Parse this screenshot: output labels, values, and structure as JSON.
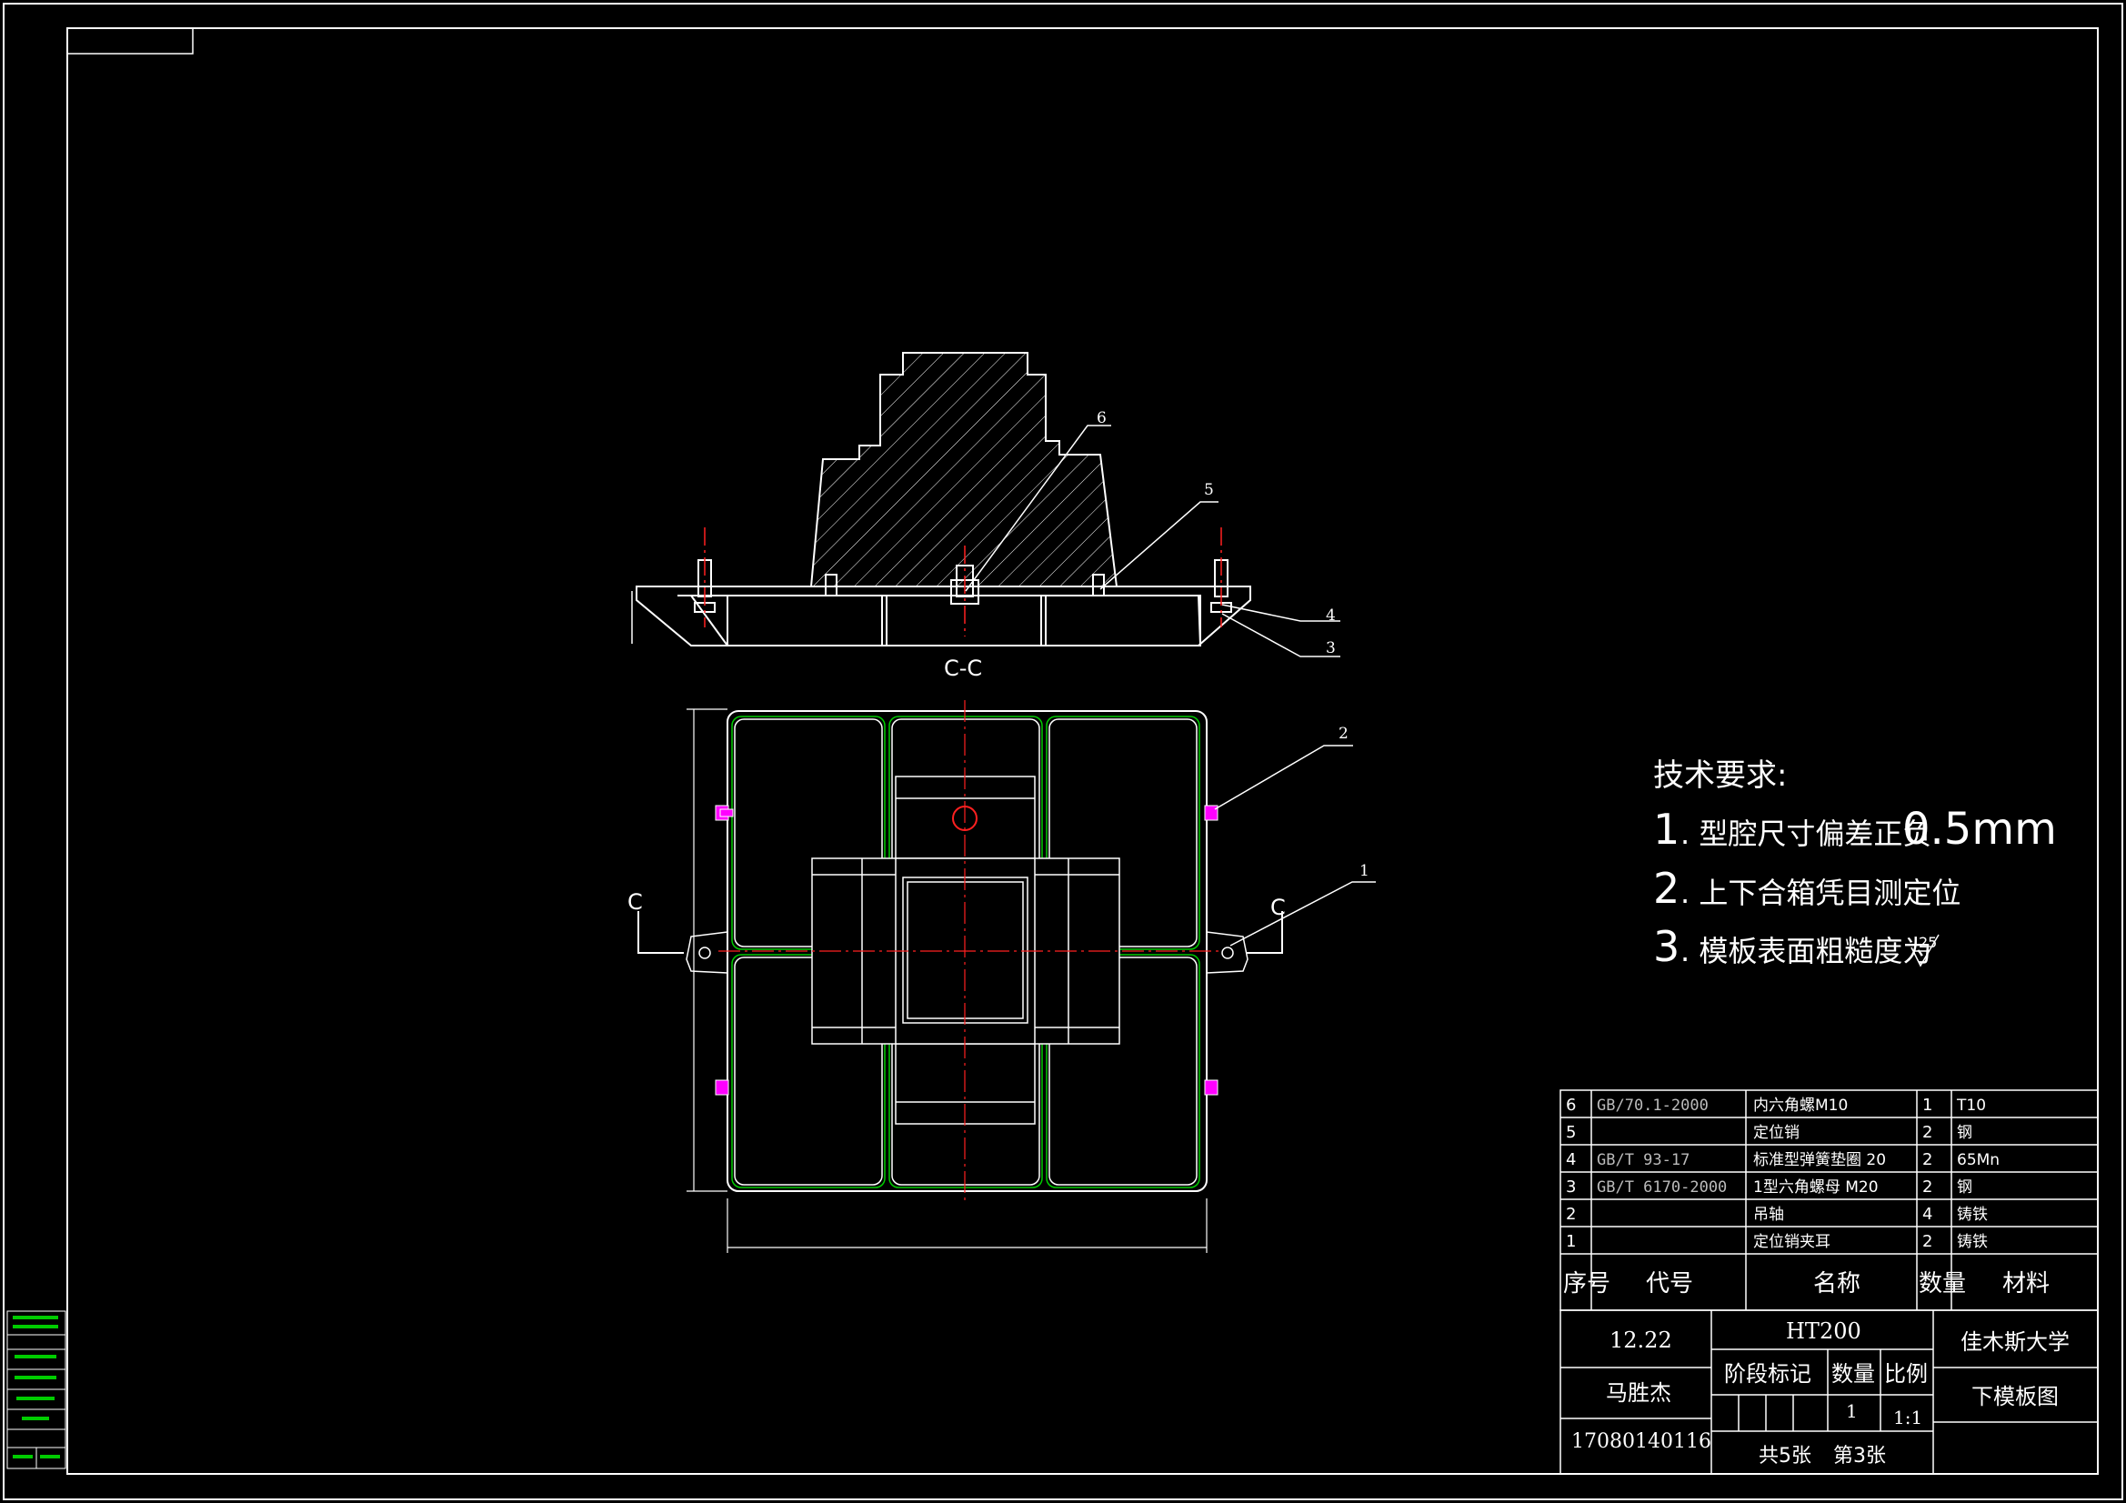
{
  "section_label": "C-C",
  "cut_labels": [
    "C",
    "C"
  ],
  "callouts": [
    "6",
    "5",
    "4",
    "3",
    "2",
    "1"
  ],
  "tech_requirements": {
    "heading": "技术要求:",
    "items": [
      {
        "num": "1",
        "text": ". 型腔尺寸偏差正负",
        "suffix": "0.5mm"
      },
      {
        "num": "2",
        "text": ". 上下合箱凭目测定位",
        "suffix": ""
      },
      {
        "num": "3",
        "text": ". 模板表面粗糙度为",
        "suffix": "25"
      }
    ]
  },
  "parts_list": {
    "rows": [
      {
        "no": "6",
        "code": "GB/70.1-2000",
        "name": "内六角螺M10",
        "qty": "1",
        "material": "T10"
      },
      {
        "no": "5",
        "code": "",
        "name": "定位销",
        "qty": "2",
        "material": "钢"
      },
      {
        "no": "4",
        "code": "GB/T 93-17",
        "name": "标准型弹簧垫圈 20",
        "qty": "2",
        "material": "65Mn"
      },
      {
        "no": "3",
        "code": "GB/T 6170-2000",
        "name": "1型六角螺母 M20",
        "qty": "2",
        "material": "钢"
      },
      {
        "no": "2",
        "code": "",
        "name": "吊轴",
        "qty": "4",
        "material": "铸铁"
      },
      {
        "no": "1",
        "code": "",
        "name": "定位销夹耳",
        "qty": "2",
        "material": "铸铁"
      }
    ],
    "headers": {
      "no": "序号",
      "code": "代号",
      "name": "名称",
      "qty": "数量",
      "material": "材料"
    }
  },
  "title_block": {
    "date": "12.22",
    "material": "HT200",
    "school": "佳木斯大学",
    "stage_label": "阶段标记",
    "qty_label": "数量",
    "scale_label": "比例",
    "author": "马胜杰",
    "drawing_name": "下模板图",
    "qty": "1",
    "scale": "1:1",
    "student_id": "17080140116",
    "sheets": "共5张",
    "sheet_no": "第3张"
  },
  "colors": {
    "line": "#ffffff",
    "green": "#00cc00",
    "red": "#ff2020",
    "magenta": "#ff00ff"
  }
}
